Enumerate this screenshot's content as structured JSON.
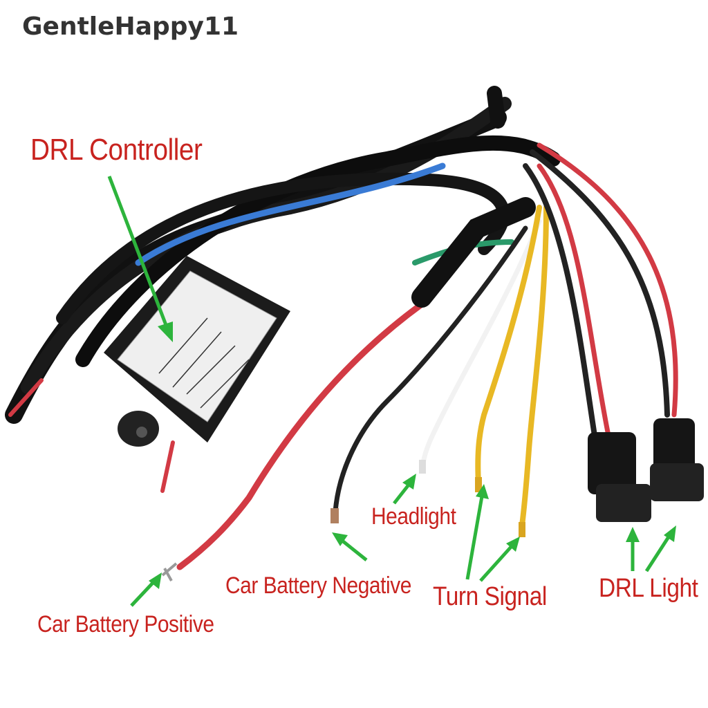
{
  "watermark": "GentleHappy11",
  "labels": {
    "controller": "DRL Controller",
    "headlight": "Headlight",
    "negative": "Car Battery Negative",
    "turn_signal": "Turn Signal",
    "drl_light": "DRL Light",
    "positive": "Car Battery Positive"
  },
  "colors": {
    "label": "#c8231f",
    "arrow": "#2db43c",
    "wire": "#111111"
  }
}
